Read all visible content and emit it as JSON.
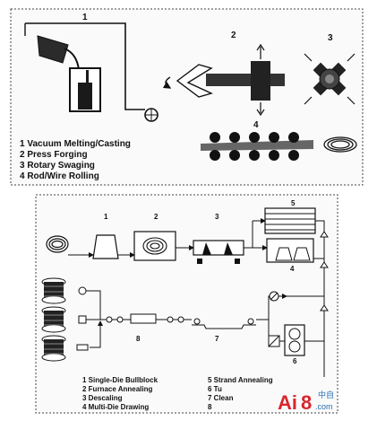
{
  "figure1": {
    "step_numbers": [
      "1",
      "2",
      "3",
      "4"
    ],
    "legend": [
      "1  Vacuum Melting/Casting",
      "2  Press Forging",
      "3  Rotary Swaging",
      "4  Rod/Wire Rolling"
    ]
  },
  "figure2": {
    "step_numbers": [
      "1",
      "2",
      "3",
      "4",
      "5",
      "6",
      "7",
      "8"
    ],
    "legend_left": [
      "1  Single-Die Bullblock",
      "2  Furnace Annealing",
      "3  Descaling",
      "4  Multi-Die Drawing"
    ],
    "legend_right": [
      "5  Strand Annealing",
      "6  Tu",
      "7  Clean",
      "8"
    ]
  },
  "watermark": {
    "brand": "Ai",
    "brand_suffix": "8",
    "domain": ".com",
    "cn": "中自"
  },
  "colors": {
    "ink": "#111111",
    "dash": "#444444",
    "watermark_red": "#d8262d",
    "watermark_blue": "#2c6fb5"
  }
}
